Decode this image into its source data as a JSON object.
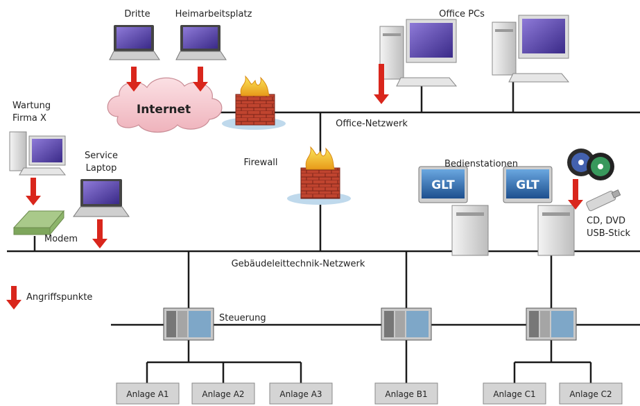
{
  "labels": {
    "dritte": "Dritte",
    "heimarbeitsplatz": "Heimarbeitsplatz",
    "internet": "Internet",
    "office_pcs": "Office PCs",
    "office_netzwerk": "Office-Netzwerk",
    "wartung_line1": "Wartung",
    "wartung_line2": "Firma X",
    "service_line1": "Service",
    "service_line2": "Laptop",
    "firewall": "Firewall",
    "bedienstationen": "Bedienstationen",
    "glt": "GLT",
    "cd_line1": "CD, DVD",
    "cd_line2": "USB-Stick",
    "modem": "Modem",
    "gebaeude_netzwerk": "Gebäudeleittechnik-Netzwerk",
    "angriffspunkte": "Angriffspunkte",
    "steuerung": "Steuerung"
  },
  "anlagen": [
    "Anlage A1",
    "Anlage A2",
    "Anlage A3",
    "Anlage B1",
    "Anlage C1",
    "Anlage C2"
  ],
  "colors": {
    "arrow": "#d9261c",
    "line": "#1a1a1a",
    "cloud": "#f6c9cf",
    "brick": "#b8392a",
    "flame": "#f4d23c",
    "screen": "#5b3aa8",
    "glt_screen": "#3a76b8",
    "box_fill": "#d4d4d4"
  }
}
